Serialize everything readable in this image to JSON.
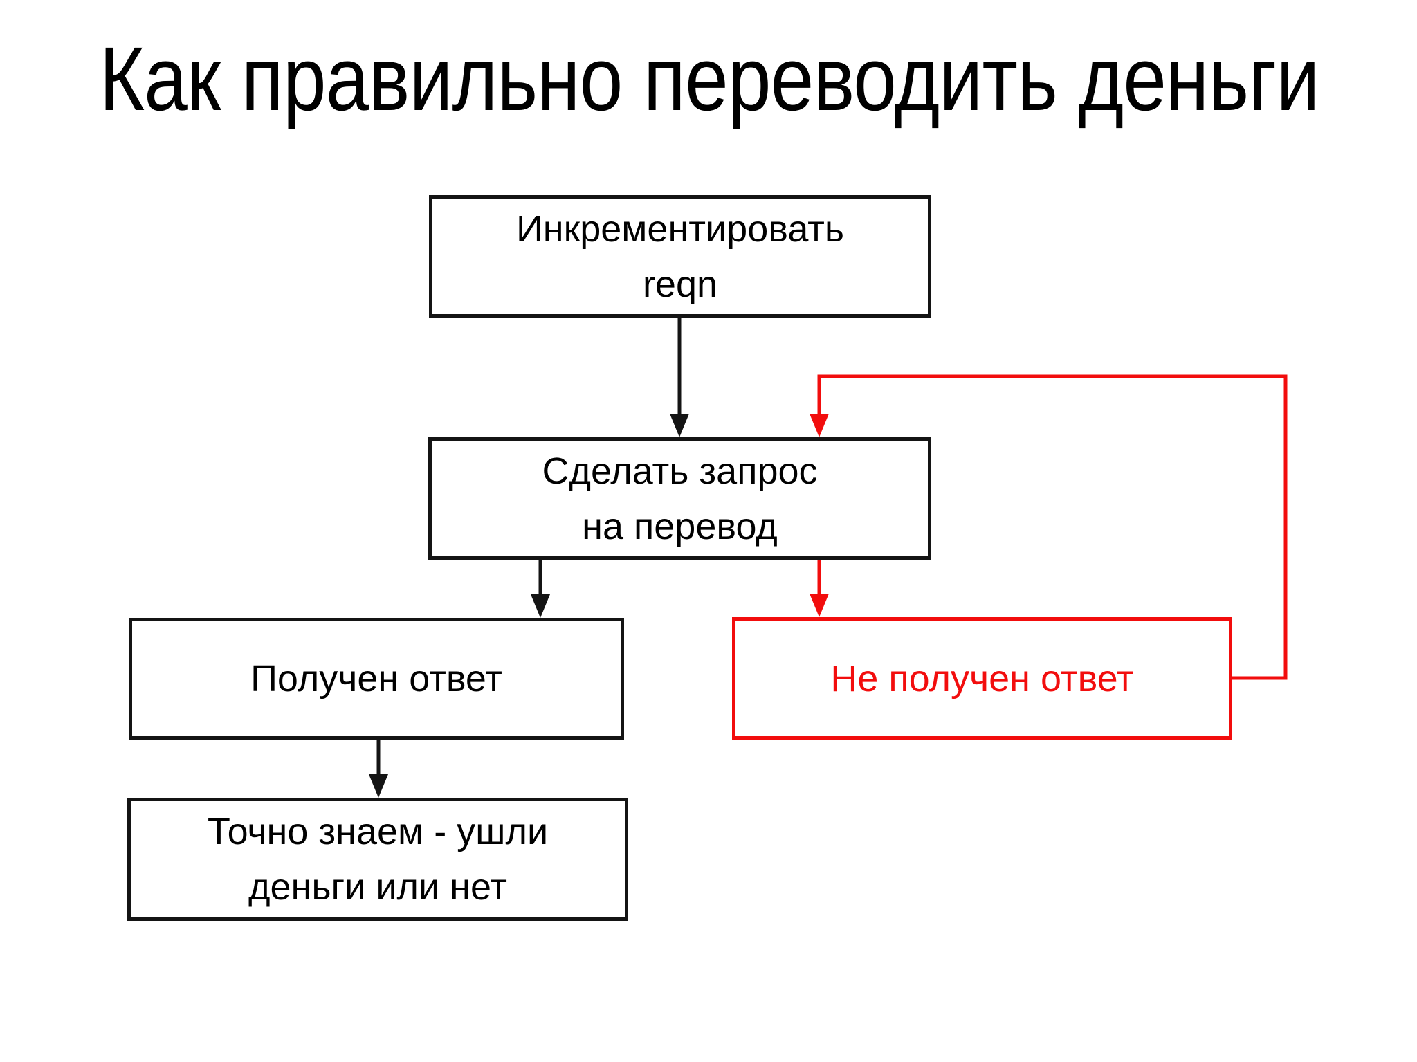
{
  "title": "Как правильно переводить деньги",
  "colors": {
    "black": "#141414",
    "red": "#f20d0d",
    "background": "#ffffff"
  },
  "flowchart": {
    "nodes": [
      {
        "id": "increment-reqn",
        "lines": [
          "Инкрементировать",
          "reqn"
        ],
        "accent": "black"
      },
      {
        "id": "make-transfer-request",
        "lines": [
          "Сделать запрос",
          "на перевод"
        ],
        "accent": "black"
      },
      {
        "id": "answer-received",
        "lines": [
          "Получен ответ"
        ],
        "accent": "black"
      },
      {
        "id": "answer-not-received",
        "lines": [
          "Не получен ответ"
        ],
        "accent": "red"
      },
      {
        "id": "know-for-sure",
        "lines": [
          "Точно знаем - ушли",
          "деньги или нет"
        ],
        "accent": "black"
      }
    ],
    "edges": [
      {
        "from": "increment-reqn",
        "to": "make-transfer-request",
        "color": "black",
        "kind": "straight-down"
      },
      {
        "from": "make-transfer-request",
        "to": "answer-received",
        "color": "black",
        "kind": "straight-down"
      },
      {
        "from": "make-transfer-request",
        "to": "answer-not-received",
        "color": "red",
        "kind": "straight-down"
      },
      {
        "from": "answer-not-received",
        "to": "make-transfer-request",
        "color": "red",
        "kind": "loop-back-right-top"
      },
      {
        "from": "answer-received",
        "to": "know-for-sure",
        "color": "black",
        "kind": "straight-down"
      }
    ]
  }
}
